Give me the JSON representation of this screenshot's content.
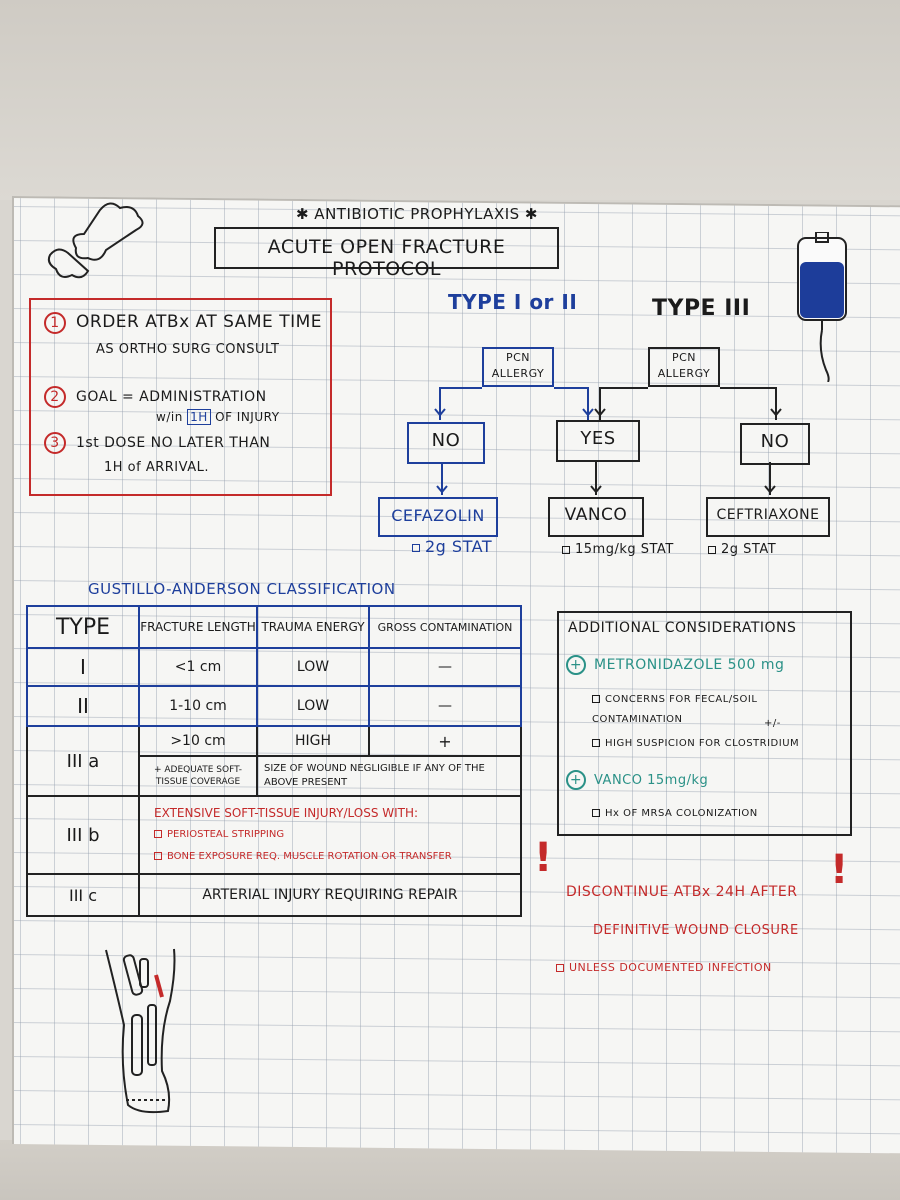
{
  "header": {
    "subtitle": "✱ ANTIBIOTIC PROPHYLAXIS ✱",
    "title": "ACUTE OPEN FRACTURE PROTOCOL"
  },
  "steps": [
    {
      "num": "1",
      "line1": "ORDER ATBx AT SAME TIME",
      "line2": "AS ORTHO SURG CONSULT"
    },
    {
      "num": "2",
      "line1": "GOAL = ADMINISTRATION",
      "line2a": "w/in",
      "line2b": "1H",
      "line2c": "OF INJURY"
    },
    {
      "num": "3",
      "line1": "1st DOSE NO LATER THAN",
      "line2": "1H of ARRIVAL."
    }
  ],
  "flow": {
    "type12_label": "TYPE I or II",
    "type3_label": "TYPE III",
    "pcn_label_left": "PCN ALLERGY",
    "pcn_label_right": "PCN ALLERGY",
    "no_left": "NO",
    "yes": "YES",
    "no_right": "NO",
    "drug_left": "CEFAZOLIN",
    "drug_mid": "VANCO",
    "drug_right": "CEFTRIAXONE",
    "dose_left": "2g STAT",
    "dose_mid": "15mg/kg STAT",
    "dose_right": "2g STAT"
  },
  "classification": {
    "title": "GUSTILLO-ANDERSON CLASSIFICATION",
    "headers": [
      "TYPE",
      "FRACTURE LENGTH",
      "TRAUMA ENERGY",
      "GROSS CONTAMINATION"
    ],
    "rows": [
      {
        "type": "I",
        "length": "<1 cm",
        "energy": "LOW",
        "contam": "—"
      },
      {
        "type": "II",
        "length": "1-10 cm",
        "energy": "LOW",
        "contam": "—"
      },
      {
        "type": "III a",
        "length": ">10 cm",
        "energy": "HIGH",
        "contam": "+",
        "note1": "+ ADEQUATE SOFT-TISSUE COVERAGE",
        "note2": "SIZE OF WOUND NEGLIGIBLE IF ANY OF THE ABOVE PRESENT"
      },
      {
        "type": "III b",
        "desc": "EXTENSIVE SOFT-TISSUE INJURY/LOSS WITH:",
        "item1": "PERIOSTEAL STRIPPING",
        "item2": "BONE EXPOSURE REQ. MUSCLE ROTATION OR TRANSFER"
      },
      {
        "type": "III c",
        "desc": "ARTERIAL INJURY REQUIRING REPAIR"
      }
    ]
  },
  "additional": {
    "title": "ADDITIONAL CONSIDERATIONS",
    "drug1": "METRONIDAZOLE 500 mg",
    "drug1_note1": "CONCERNS FOR FECAL/SOIL CONTAMINATION",
    "drug1_pm": "+/-",
    "drug1_note2": "HIGH SUSPICION FOR CLOSTRIDIUM",
    "drug2": "VANCO 15mg/kg",
    "drug2_note1": "Hx OF MRSA COLONIZATION"
  },
  "discontinue": {
    "line1": "DISCONTINUE ATBx 24H AFTER",
    "line2": "DEFINITIVE WOUND CLOSURE",
    "line3": "UNLESS DOCUMENTED INFECTION",
    "bang": "!"
  },
  "colors": {
    "red": "#c42a2a",
    "blue": "#1e3f9c",
    "teal": "#2a9187",
    "ink": "#1b1b1b"
  }
}
